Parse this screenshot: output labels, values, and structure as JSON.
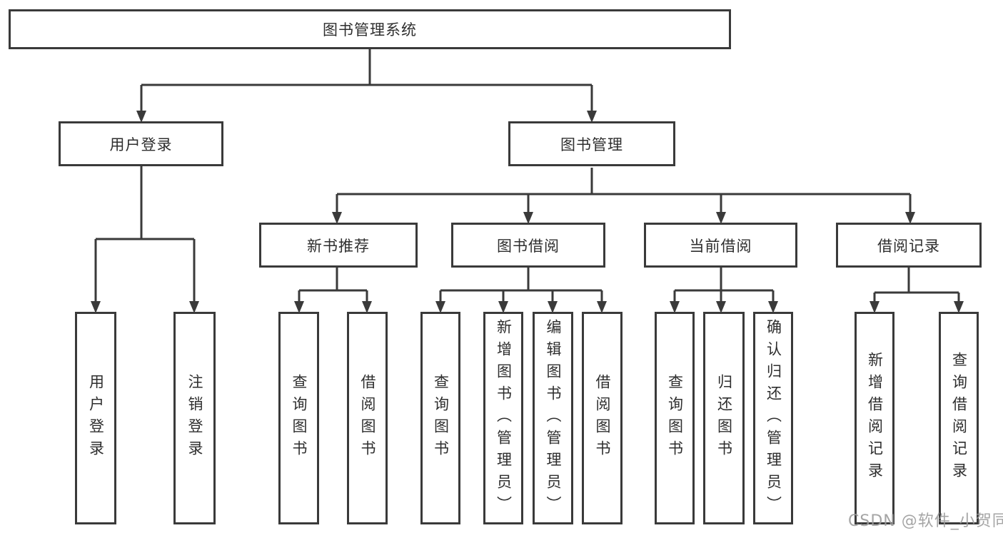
{
  "diagram": {
    "title": "图书管理系统",
    "branches": {
      "user": {
        "label": "用户登录",
        "children": [
          "用户登录",
          "注销登录"
        ]
      },
      "book": {
        "label": "图书管理",
        "groups": [
          {
            "label": "新书推荐",
            "children": [
              "查询图书",
              "借阅图书"
            ]
          },
          {
            "label": "图书借阅",
            "children": [
              "查询图书",
              "新增图书（管理员）",
              "编辑图书（管理员）",
              "借阅图书"
            ]
          },
          {
            "label": "当前借阅",
            "children": [
              "查询图书",
              "归还图书",
              "确认归还（管理员）"
            ]
          },
          {
            "label": "借阅记录",
            "children": [
              "新增借阅记录",
              "查询借阅记录"
            ]
          }
        ]
      }
    }
  },
  "watermark": "CSDN @软件_小贺同学",
  "colors": {
    "line": "#3a3a3a",
    "text": "#2e2e2e",
    "watermark": "#9c9c9c",
    "background": "#ffffff"
  }
}
